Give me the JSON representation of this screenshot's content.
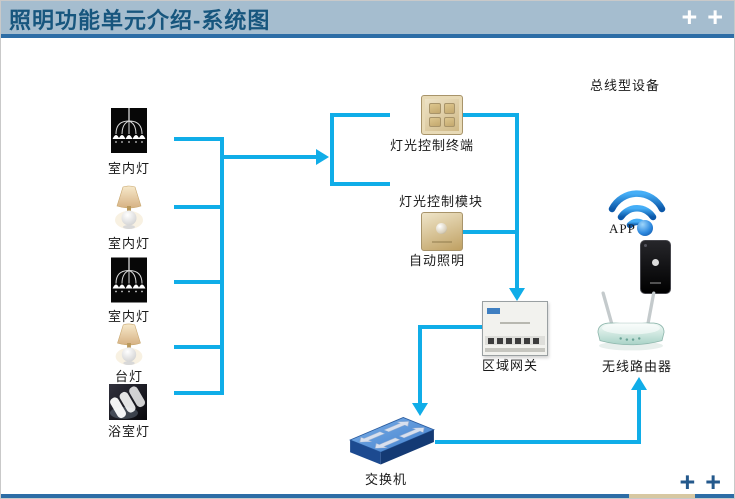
{
  "header": {
    "title": "照明功能单元介绍-系统图",
    "plus_left": "+",
    "plus_right": "+"
  },
  "footer": {
    "plus_left": "+",
    "plus_right": "+"
  },
  "colors": {
    "accent_cyan": "#10ade8",
    "titlebar_bg": "#a5bdcf",
    "title_text": "#17567e",
    "divider_blue": "#2d6da6",
    "device_beige": "#cdb580",
    "switch_blue": "#3f7ecc",
    "router_teal": "#a9d3c7"
  },
  "lamps": [
    {
      "label": "室内灯"
    },
    {
      "label": "室内灯"
    },
    {
      "label": "室内灯"
    },
    {
      "label": "台灯"
    },
    {
      "label": "浴室灯"
    }
  ],
  "diagram": {
    "control_terminal": "灯光控制终端",
    "control_module": "灯光控制模块",
    "auto_lighting": "自动照明",
    "gateway": "区域网关",
    "switch": "交换机",
    "bus_device": "总线型设备",
    "app": "APP",
    "router": "无线路由器"
  }
}
